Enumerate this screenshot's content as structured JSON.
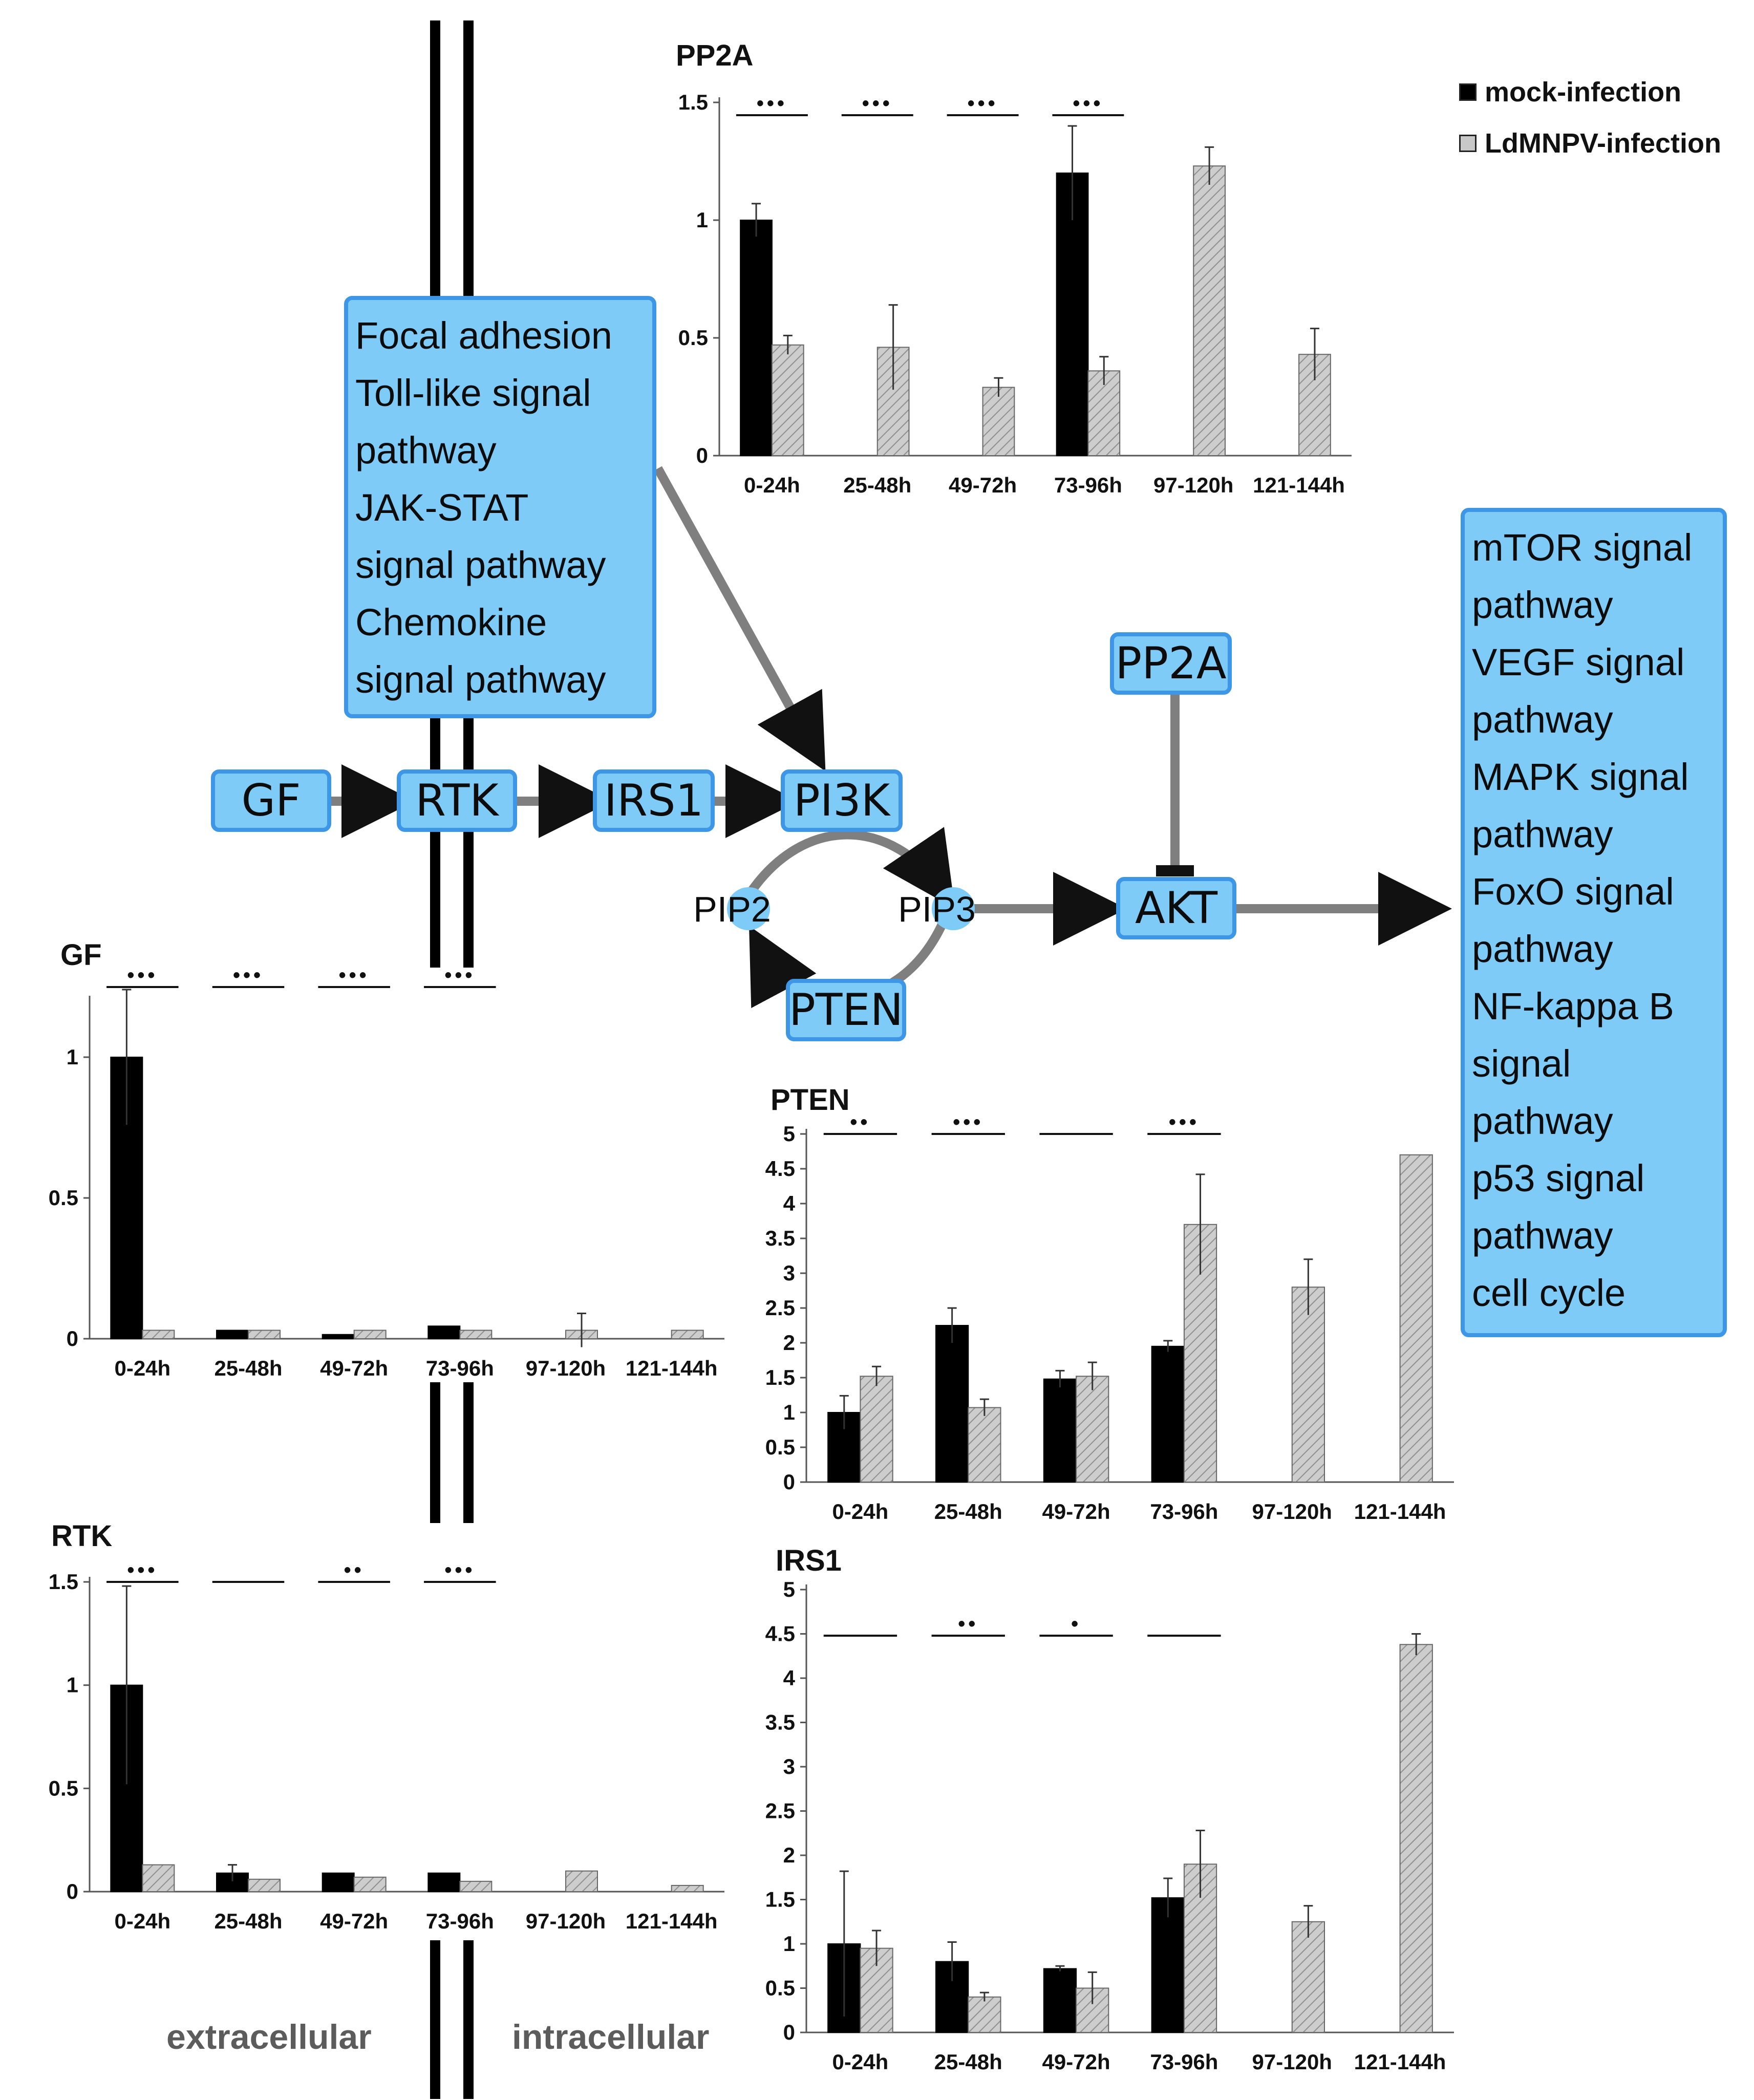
{
  "legend": {
    "mock_label": "mock-infection",
    "ldm_label": "LdMNPV-infection",
    "mock_color": "#000000",
    "ldm_color": "#c8c8c8"
  },
  "diagram": {
    "nodes": {
      "gf": "GF",
      "rtk": "RTK",
      "irs1": "IRS1",
      "pi3k": "PI3K",
      "pip2": "PIP2",
      "pip3": "PIP3",
      "pten": "PTEN",
      "akt": "AKT",
      "pp2a": "PP2A"
    },
    "left_box_lines": [
      "Focal adhesion",
      "Toll-like signal",
      "pathway",
      "JAK-STAT",
      "signal pathway",
      "Chemokine",
      "signal pathway"
    ],
    "right_box_lines": [
      "mTOR signal",
      "pathway",
      "VEGF signal",
      "pathway",
      "MAPK signal",
      "pathway",
      "FoxO signal",
      "pathway",
      "NF-kappa B",
      "signal",
      "pathway",
      "p53 signal",
      "pathway",
      "cell cycle"
    ],
    "extracellular_label": "extracellular",
    "intracellular_label": "intracellular",
    "node_color": "#7ecbf8",
    "node_border_color": "#3d97e6",
    "arrow_color": "#7f7f7f"
  },
  "chart_data": [
    {
      "type": "bar",
      "title": "PP2A",
      "categories": [
        "0-24h",
        "25-48h",
        "49-72h",
        "73-96h",
        "97-120h",
        "121-144h"
      ],
      "ylim": [
        0,
        1.5
      ],
      "yticks": [
        0,
        0.5,
        1,
        1.5
      ],
      "ytick_labels": [
        "0",
        "0.5",
        "1",
        "1.5"
      ],
      "series": [
        {
          "name": "mock-infection",
          "values": [
            1.0,
            null,
            null,
            1.2,
            null,
            null
          ],
          "errors": [
            0.07,
            null,
            null,
            0.2,
            null,
            null
          ]
        },
        {
          "name": "LdMNPV-infection",
          "values": [
            0.47,
            0.46,
            0.29,
            0.36,
            1.23,
            0.43
          ],
          "errors": [
            0.04,
            0.18,
            0.04,
            0.06,
            0.08,
            0.11
          ]
        }
      ],
      "significance": [
        "•••",
        "•••",
        "•••",
        "•••"
      ],
      "grid": false
    },
    {
      "type": "bar",
      "title": "GF",
      "categories": [
        "0-24h",
        "25-48h",
        "49-72h",
        "73-96h",
        "97-120h",
        "121-144h"
      ],
      "ylim": [
        0,
        1.2
      ],
      "yticks": [
        0,
        0.5,
        1
      ],
      "ytick_labels": [
        "0",
        "0.5",
        "1"
      ],
      "series": [
        {
          "name": "mock-infection",
          "values": [
            1.0,
            0.03,
            0.015,
            0.045,
            null,
            null
          ],
          "errors": [
            0.24,
            0,
            0,
            0,
            null,
            null
          ]
        },
        {
          "name": "LdMNPV-infection",
          "values": [
            0.03,
            0.03,
            0.03,
            0.03,
            0.03,
            0.03
          ],
          "errors": [
            0,
            0,
            0,
            0,
            0.06,
            0
          ]
        }
      ],
      "significance": [
        "•••",
        "•••",
        "•••",
        "•••"
      ],
      "grid": false
    },
    {
      "type": "bar",
      "title": "RTK",
      "categories": [
        "0-24h",
        "25-48h",
        "49-72h",
        "73-96h",
        "97-120h",
        "121-144h"
      ],
      "ylim": [
        0,
        1.5
      ],
      "yticks": [
        0,
        0.5,
        1,
        1.5
      ],
      "ytick_labels": [
        "0",
        "0.5",
        "1",
        "1.5"
      ],
      "series": [
        {
          "name": "mock-infection",
          "values": [
            1.0,
            0.09,
            0.09,
            0.09,
            null,
            null
          ],
          "errors": [
            0.48,
            0.04,
            0,
            0,
            null,
            null
          ]
        },
        {
          "name": "LdMNPV-infection",
          "values": [
            0.13,
            0.06,
            0.07,
            0.05,
            0.1,
            0.03
          ],
          "errors": [
            0,
            0,
            0,
            0,
            0,
            0
          ]
        }
      ],
      "significance": [
        "•••",
        "",
        "••",
        "•••"
      ],
      "grid": false
    },
    {
      "type": "bar",
      "title": "PTEN",
      "categories": [
        "0-24h",
        "25-48h",
        "49-72h",
        "73-96h",
        "97-120h",
        "121-144h"
      ],
      "ylim": [
        0,
        5
      ],
      "yticks": [
        0,
        0.5,
        1,
        1.5,
        2,
        2.5,
        3,
        3.5,
        4,
        4.5,
        5
      ],
      "ytick_labels": [
        "0",
        "0.5",
        "1",
        "1.5",
        "2",
        "2.5",
        "3",
        "3.5",
        "4",
        "4.5",
        "5"
      ],
      "series": [
        {
          "name": "mock-infection",
          "values": [
            1.0,
            2.25,
            1.48,
            1.95,
            null,
            null
          ],
          "errors": [
            0.24,
            0.25,
            0.12,
            0.08,
            null,
            null
          ]
        },
        {
          "name": "LdMNPV-infection",
          "values": [
            1.52,
            1.07,
            1.52,
            3.7,
            2.8,
            4.7
          ],
          "errors": [
            0.14,
            0.12,
            0.2,
            0.72,
            0.4,
            0
          ]
        }
      ],
      "significance": [
        "••",
        "•••",
        "",
        "•••"
      ],
      "grid": false
    },
    {
      "type": "bar",
      "title": "IRS1",
      "categories": [
        "0-24h",
        "25-48h",
        "49-72h",
        "73-96h",
        "97-120h",
        "121-144h"
      ],
      "ylim": [
        0,
        5
      ],
      "yticks": [
        0,
        0.5,
        1,
        1.5,
        2,
        2.5,
        3,
        3.5,
        4,
        4.5,
        5
      ],
      "ytick_labels": [
        "0",
        "0.5",
        "1",
        "1.5",
        "2",
        "2.5",
        "3",
        "3.5",
        "4",
        "4.5",
        "5"
      ],
      "series": [
        {
          "name": "mock-infection",
          "values": [
            1.0,
            0.8,
            0.72,
            1.52,
            null,
            null
          ],
          "errors": [
            0.82,
            0.22,
            0.03,
            0.22,
            null,
            null
          ]
        },
        {
          "name": "LdMNPV-infection",
          "values": [
            0.95,
            0.4,
            0.5,
            1.9,
            1.25,
            4.38
          ],
          "errors": [
            0.2,
            0.05,
            0.18,
            0.38,
            0.18,
            0.12
          ]
        }
      ],
      "significance": [
        "",
        "••",
        "•",
        ""
      ],
      "grid": false
    }
  ]
}
